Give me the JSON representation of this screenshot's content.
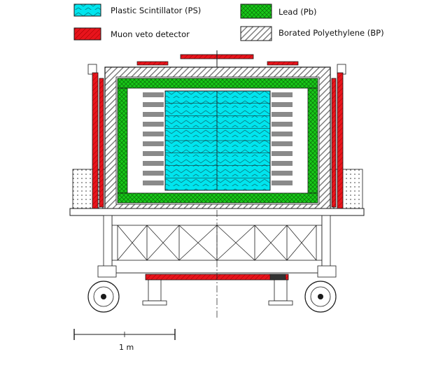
{
  "legend": [
    {
      "label": "Plastic Scintillator (PS)",
      "material": "plastic-scintillator",
      "color": "#00e5ee"
    },
    {
      "label": "Muon veto detector",
      "material": "muon-veto",
      "color": "#e8141c"
    },
    {
      "label": "Lead (Pb)",
      "material": "lead",
      "color": "#19c819"
    },
    {
      "label": "Borated Polyethylene (BP)",
      "material": "borated-polyethylene",
      "color": "#ffffff"
    }
  ],
  "scale_bar": {
    "label": "1 m"
  },
  "colors": {
    "plastic_scintillator": "#00e5ee",
    "muon_veto": "#e8141c",
    "lead": "#19c819",
    "borated_polyethylene_hatch": "#6e6e6e",
    "frame": "#1a1a1a",
    "grey_blocks": "#8a8a8a"
  }
}
